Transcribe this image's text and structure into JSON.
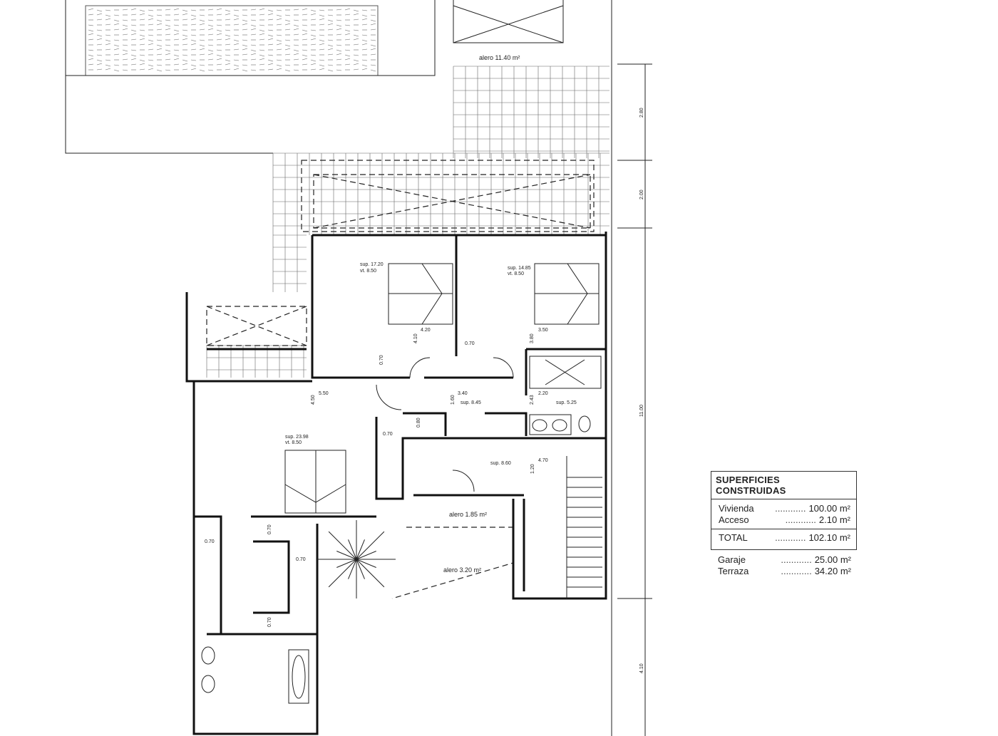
{
  "plan": {
    "eaves": [
      "alero 11.40 m²",
      "alero 1.85 m²",
      "alero 3.20 m²"
    ],
    "overall_dimensions": [
      "2.80",
      "2.00",
      "11.00",
      "4.10"
    ],
    "rooms": [
      {
        "sup": "sup. 17.20",
        "vt": "vt.   8.50"
      },
      {
        "sup": "sup. 14.85",
        "vt": "vt.   8.50"
      },
      {
        "sup": "sup. 23.98",
        "vt": "vt.   8.50"
      },
      {
        "sup": "sup. 8.45"
      },
      {
        "sup": "sup. 5.25"
      },
      {
        "sup": "sup. 8.60"
      }
    ],
    "dims": [
      "4.20",
      "4.10",
      "3.50",
      "3.80",
      "0.70",
      "0.70",
      "5.50",
      "4.50",
      "3.40",
      "1.60",
      "2.20",
      "2.43",
      "0.80",
      "0.70",
      "4.70",
      "1.20",
      "0.70",
      "0.70",
      "0.70",
      "0.70"
    ]
  },
  "table": {
    "title": "SUPERFICIES CONSTRUIDAS",
    "rows": [
      {
        "label": "Vivienda",
        "dots": "............",
        "value": "100.00 m²"
      },
      {
        "label": "Acceso",
        "dots": "............",
        "value": "2.10 m²"
      }
    ],
    "total": {
      "label": "TOTAL",
      "dots": "............",
      "value": "102.10 m²"
    },
    "extra": [
      {
        "label": "Garaje",
        "dots": "............",
        "value": "25.00 m²"
      },
      {
        "label": "Terraza",
        "dots": "............",
        "value": "34.20 m²"
      }
    ]
  }
}
